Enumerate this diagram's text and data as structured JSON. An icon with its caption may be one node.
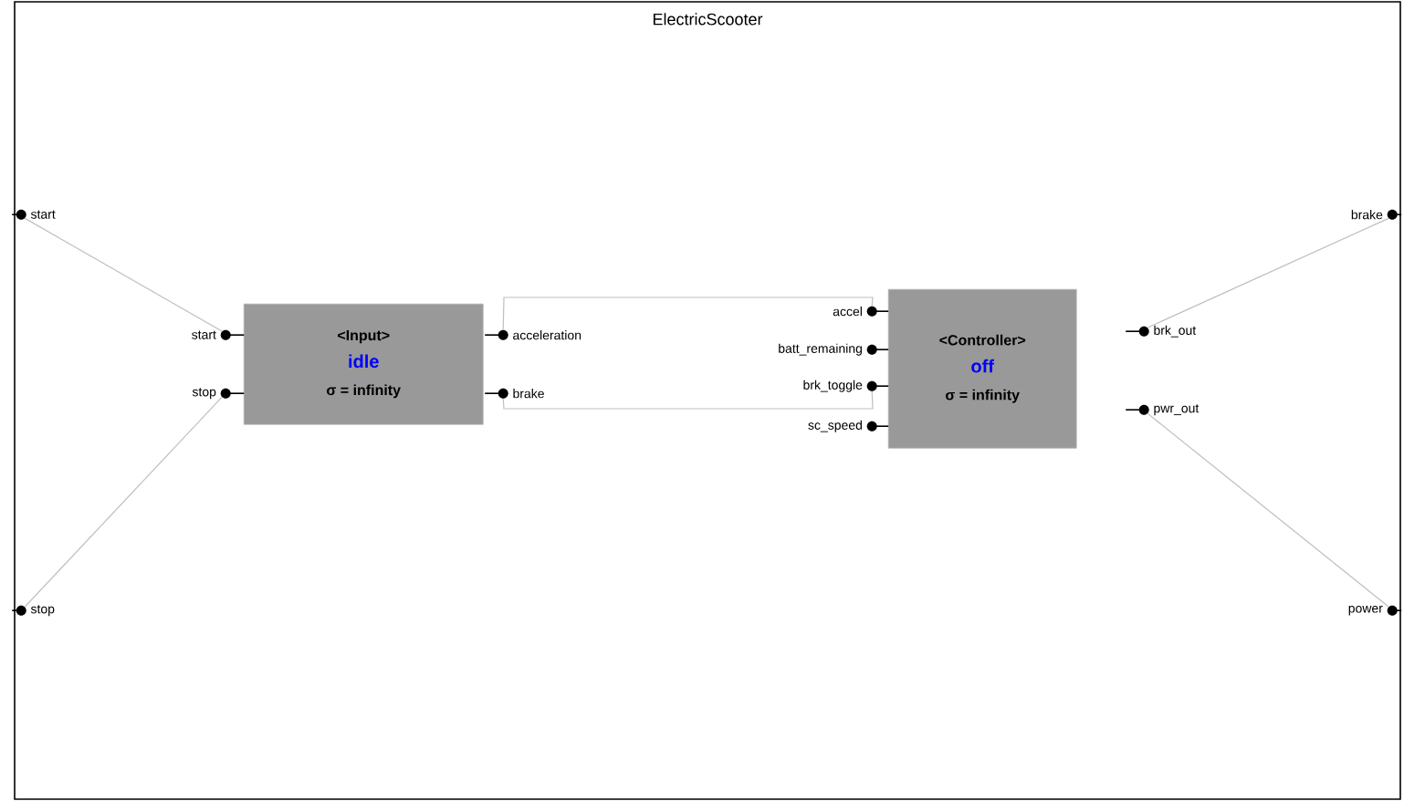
{
  "diagram": {
    "nodes": [
      {
        "text": [
          "ElectricScooter"
        ]
      },
      {
        "text": [
          "start"
        ],
        "in": 0
      },
      {
        "text": [
          "stop"
        ],
        "in": 0
      },
      {
        "text": [
          "<Input>",
          "idle",
          "σ = infinity"
        ],
        "in": 0
      },
      {
        "text": [
          "start"
        ],
        "in": 0
      },
      {
        "text": [
          "stop"
        ],
        "in": 0
      },
      {
        "text": [
          "acceleration"
        ],
        "in": 0
      },
      {
        "text": [
          "brake"
        ],
        "in": 0
      },
      {
        "text": [
          "<Controller>",
          "off",
          "σ = infinity"
        ],
        "in": 0
      },
      {
        "text": [
          "accel"
        ],
        "in": 0
      },
      {
        "text": [
          "batt_remaining"
        ],
        "in": 0
      },
      {
        "text": [
          "brk_toggle"
        ],
        "in": 0
      },
      {
        "text": [
          "sc_speed"
        ],
        "in": 0
      },
      {
        "text": [
          "brk_out"
        ],
        "in": 0
      },
      {
        "text": [
          "pwr_out"
        ],
        "in": 0
      },
      {
        "text": [
          "brake"
        ],
        "in": 0
      },
      {
        "text": [
          "power"
        ],
        "in": 0
      }
    ],
    "edges": [
      {
        "from": 1,
        "to": 4,
        "arrow": "none"
      },
      {
        "from": 2,
        "to": 5,
        "arrow": "none"
      },
      {
        "from": 6,
        "to": 9,
        "arrow": "none"
      },
      {
        "from": 7,
        "to": 11,
        "arrow": "none"
      },
      {
        "from": 13,
        "to": 15,
        "arrow": "none"
      },
      {
        "from": 14,
        "to": 16,
        "arrow": "none"
      }
    ]
  }
}
